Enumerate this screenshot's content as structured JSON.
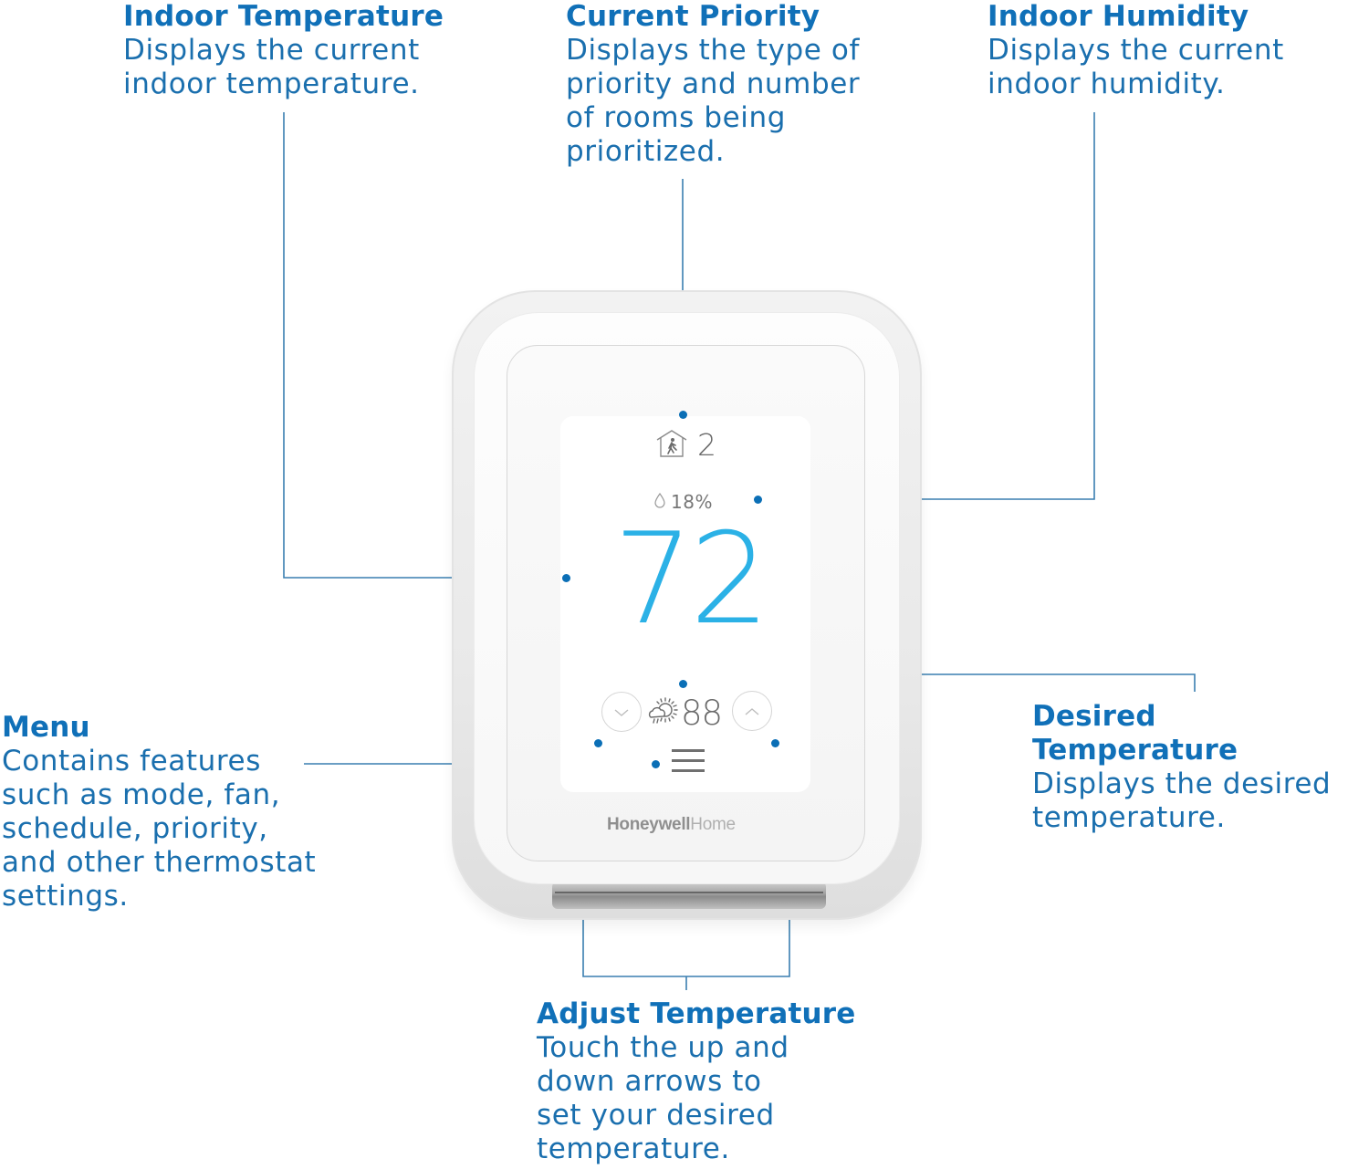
{
  "colors": {
    "accent": "#1070b8",
    "connector": "#3a7fb0",
    "temperature": "#2bb1e6",
    "screen_text": "#6b6b6b"
  },
  "callouts": {
    "indoor_temperature": {
      "title": "Indoor Temperature",
      "desc_lines": [
        "Displays the current",
        "indoor temperature."
      ]
    },
    "current_priority": {
      "title": "Current Priority",
      "desc_lines": [
        "Displays the type of",
        "priority and number",
        "of rooms being",
        "prioritized."
      ]
    },
    "indoor_humidity": {
      "title": "Indoor Humidity",
      "desc_lines": [
        "Displays the current",
        "indoor humidity."
      ]
    },
    "menu": {
      "title": "Menu",
      "desc_lines": [
        "Contains features",
        "such as mode, fan,",
        "schedule, priority,",
        "and other thermostat",
        "settings."
      ]
    },
    "desired_temperature": {
      "title": "Desired Temperature",
      "desc_lines": [
        "Displays the desired",
        "temperature."
      ]
    },
    "adjust_temperature": {
      "title": "Adjust Temperature",
      "desc_lines": [
        "Touch the up and",
        "down arrows to",
        "set your desired",
        "temperature."
      ]
    }
  },
  "thermostat": {
    "priority_icon": "home-occupied-icon",
    "priority_rooms": "2",
    "humidity_icon": "water-drop-icon",
    "humidity": "18%",
    "indoor_temperature": "72",
    "weather_icon": "partly-cloudy-sun-icon",
    "outdoor_temperature": "88",
    "down_button_icon": "chevron-down-icon",
    "up_button_icon": "chevron-up-icon",
    "menu_icon": "hamburger-menu-icon",
    "brand_bold": "Honeywell",
    "brand_light": "Home"
  }
}
